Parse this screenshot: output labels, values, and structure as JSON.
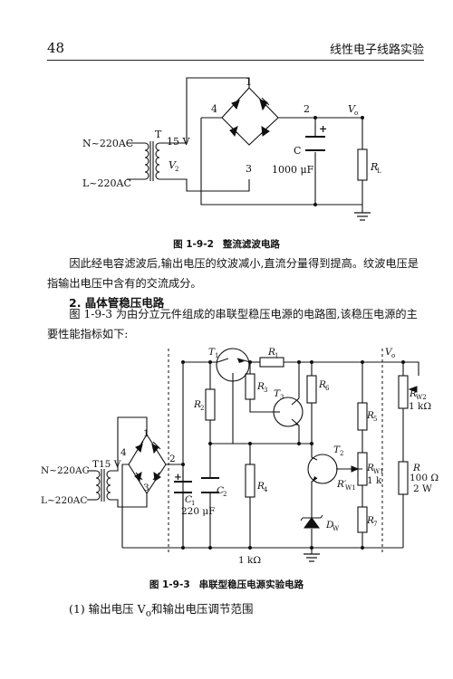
{
  "header": {
    "page_number": "48",
    "running_title": "线性电子线路实验"
  },
  "figure1": {
    "label": "图 1-9-2",
    "title": "整流滤波电路",
    "labels": {
      "source_n": "N~220AC",
      "source_l": "L~220AC",
      "transformer": "T",
      "secondary": "15 V",
      "v2": "V",
      "v2_sub": "2",
      "node1": "1",
      "node2": "2",
      "node3": "3",
      "node4": "4",
      "vo": "V",
      "vo_sub": "o",
      "cap_name": "C",
      "cap_value": "1000 μF",
      "plus": "+",
      "load": "R",
      "load_sub": "L"
    }
  },
  "body_text": {
    "paragraph1": "因此经电容滤波后,输出电压的纹波减小,直流分量得到提高。纹波电压是指输出电压中含有的交流成分。",
    "section_title": "2. 晶体管稳压电路",
    "paragraph2": "图 1-9-3 为由分立元件组成的串联型稳压电源的电路图,该稳压电源的主要性能指标如下:",
    "item1": "(1) 输出电压 V",
    "item1_sub": "o",
    "item1_tail": "和输出电压调节范围"
  },
  "figure2": {
    "label": "图 1-9-3",
    "title": "串联型稳压电源实验电路",
    "labels": {
      "source_n": "N~220AC",
      "source_l": "L~220AC",
      "transformer": "T",
      "secondary": "15 V",
      "node1": "1",
      "node2": "2",
      "node3": "3",
      "node4": "4",
      "t1": "T",
      "t1_sub": "1",
      "t2": "T",
      "t2_sub": "2",
      "t3": "T",
      "t3_sub": "3",
      "r1": "R",
      "r1_sub": "1",
      "r2": "R",
      "r2_sub": "2",
      "r3": "R",
      "r3_sub": "3",
      "r4": "R",
      "r4_sub": "4",
      "r5": "R",
      "r5_sub": "5",
      "r6": "R",
      "r6_sub": "6",
      "r7": "R",
      "r7_sub": "7",
      "rw1": "R",
      "rw1_sub": "W1",
      "rw1_value": "1 k",
      "rw1_prime": "R′",
      "rw1_prime_sub": "W1",
      "rw2": "R",
      "rw2_sub": "W2",
      "rw2_value": "1 kΩ",
      "c1": "C",
      "c1_sub": "1",
      "c1_value": "220 μF",
      "c2": "C",
      "c2_sub": "2",
      "dw": "D",
      "dw_sub": "W",
      "vo": "V",
      "vo_sub": "o",
      "load": "R",
      "load_value1": "100 Ω",
      "load_value2": "2 W",
      "bottom_label": "1 kΩ",
      "plus": "+"
    }
  },
  "icons": {
    "diode": "diode-icon",
    "transistor": "transistor-icon",
    "ground": "ground-icon",
    "zener": "zener-diode-icon"
  }
}
